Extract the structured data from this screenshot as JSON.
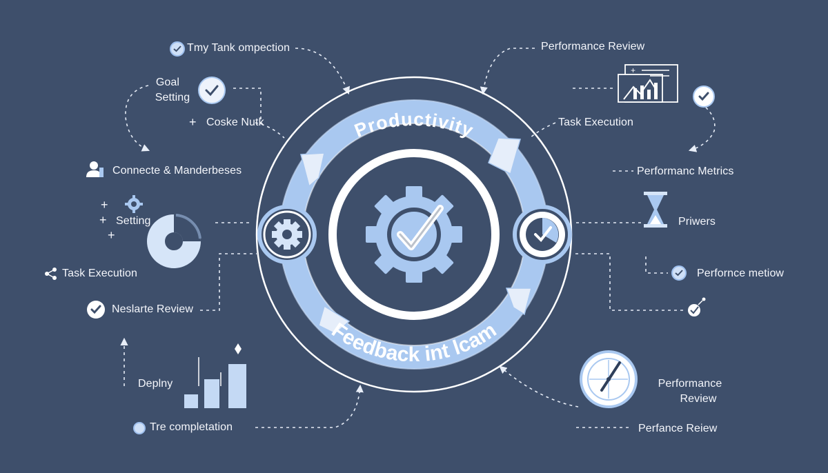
{
  "hub": {
    "top_arc_text": "Productivity",
    "bottom_arc_text": "Feedback int lcam"
  },
  "labels": {
    "top_left": "Tmy Tank ompection",
    "goal_setting_1": "Goal",
    "goal_setting_2": "Setting",
    "coske_nutk": "Coske Nutk",
    "connecte": "Connecte & Manderbeses",
    "setting": "Setting",
    "task_execution_left": "Task Execution",
    "neslarte_review": "Neslarte Review",
    "deplny": "Deplny",
    "tre_completion": "Tre completation",
    "performance_review_top": "Performance Review",
    "task_execution_right": "Task Execution",
    "performance_metrics": "Performanc Metrics",
    "priwers": "Priwers",
    "perfornce_metiow": "Perfornce metiow",
    "performance_review_lower_1": "Performance",
    "performance_review_lower_2": "Review",
    "perfance_reiew": "Perfance Reiew"
  },
  "colors": {
    "background": "#3e4f6b",
    "accent": "#a9c8f0",
    "accent_light": "#d6e5f8",
    "ring": "#ffffff"
  },
  "icons": [
    "check-icon",
    "user-icon",
    "gear-icon",
    "pie-icon",
    "share-icon",
    "bar-chart-icon",
    "monitor-chart-icon",
    "hourglass-icon",
    "compass-icon",
    "gauge-icon"
  ]
}
